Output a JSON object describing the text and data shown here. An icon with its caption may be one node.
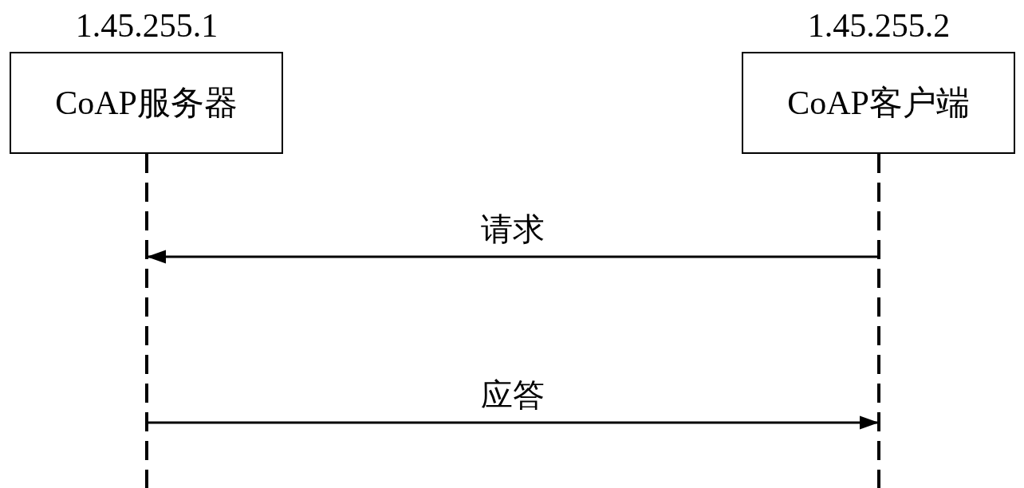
{
  "diagram": {
    "nodes": [
      {
        "text": [
          "CoAP服务器"
        ],
        "beside": [
          "1.45.255.1"
        ]
      },
      {
        "text": [
          "CoAP客户端"
        ],
        "beside": [
          "1.45.255.2"
        ]
      }
    ],
    "edges": [
      {
        "from": 1,
        "to": 0,
        "arrow": "to",
        "label": "请求"
      },
      {
        "from": 0,
        "to": 1,
        "arrow": "to",
        "label": "应答"
      }
    ]
  }
}
